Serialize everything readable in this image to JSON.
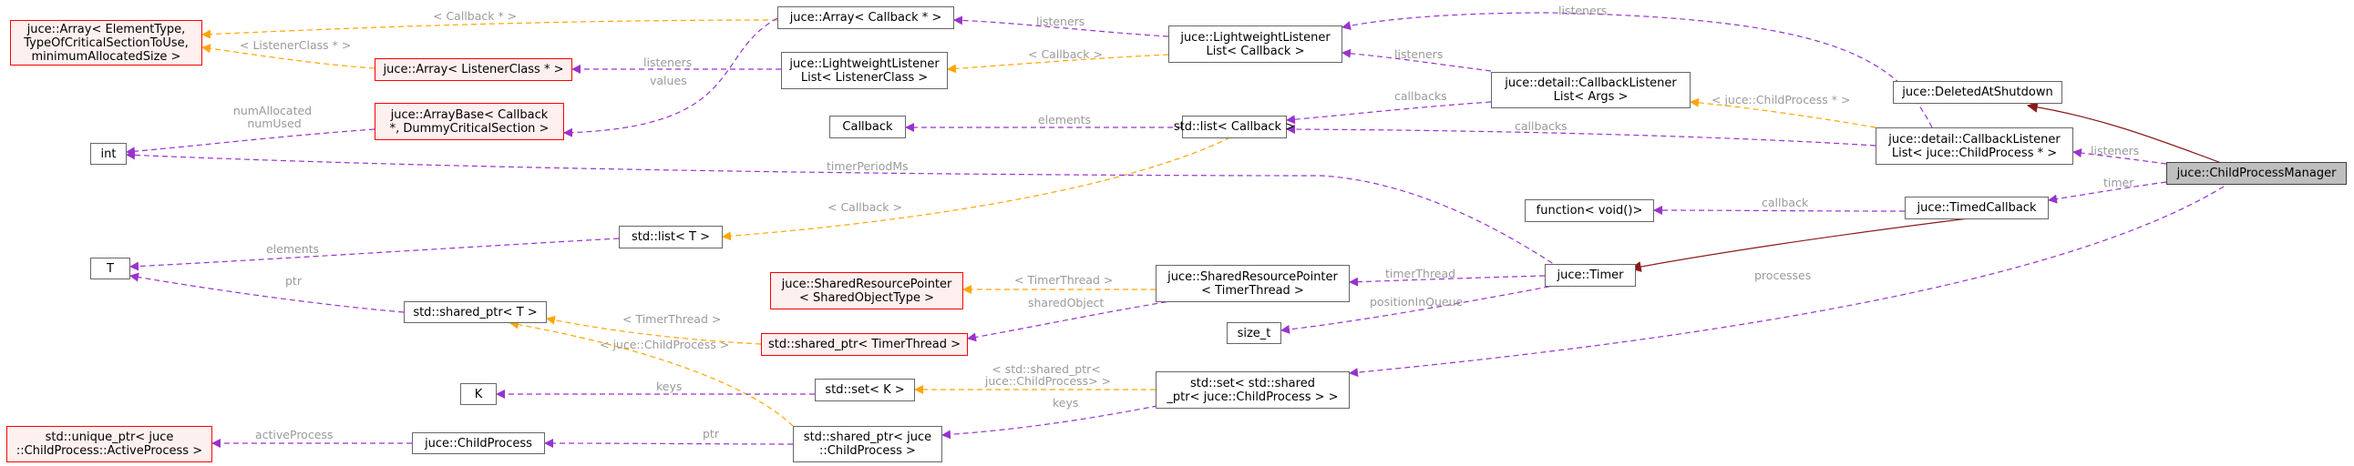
{
  "nodes": {
    "array_generic": "juce::Array< ElementType,\nTypeOfCriticalSectionToUse,\nminimumAllocatedSize >",
    "array_callback": "juce::Array< Callback * >",
    "array_listener": "juce::Array< ListenerClass * >",
    "arraybase": "juce::ArrayBase< Callback\n*, DummyCriticalSection >",
    "int": "int",
    "T": "T",
    "K": "K",
    "unique_ptr": "std::unique_ptr< juce\n::ChildProcess::ActiveProcess >",
    "childprocess": "juce::ChildProcess",
    "shared_ptr_T": "std::shared_ptr< T >",
    "list_T": "std::list< T >",
    "lwl_listener": "juce::LightweightListener\nList< ListenerClass >",
    "lwl_callback": "juce::LightweightListener\nList< Callback >",
    "callback": "Callback",
    "list_callback": "std::list< Callback >",
    "srp_generic": "juce::SharedResourcePointer\n< SharedObjectType >",
    "shared_ptr_timerthread": "std::shared_ptr< TimerThread >",
    "set_K": "std::set< K >",
    "shared_ptr_cp": "std::shared_ptr< juce\n::ChildProcess >",
    "srp_timerthread": "juce::SharedResourcePointer\n< TimerThread >",
    "set_shared": "std::set< std::shared\n_ptr< juce::ChildProcess > >",
    "size_t": "size_t",
    "timer": "juce::Timer",
    "cbl_args": "juce::detail::CallbackListener\nList< Args >",
    "function": "function< void()>",
    "cbl_cp": "juce::detail::CallbackListener\nList< juce::ChildProcess * >",
    "timedcallback": "juce::TimedCallback",
    "deleted": "juce::DeletedAtShutdown",
    "cpm": "juce::ChildProcessManager"
  },
  "edge_labels": {
    "callback_ptr": "< Callback * >",
    "listenerclass_ptr": "< ListenerClass * >",
    "listeners_1": "listeners",
    "listeners_2": "listeners",
    "listeners_3": "listeners",
    "listeners_4": "listeners",
    "listeners_5": "listeners",
    "callback_tmpl_1": "< Callback >",
    "callback_tmpl_2": "< Callback >",
    "values": "values",
    "num_allocated": "numAllocated\nnumUsed",
    "elements_1": "elements",
    "elements_2": "elements",
    "callbacks_1": "callbacks",
    "callbacks_2": "callbacks",
    "childprocess_ptr": "< juce::ChildProcess * >",
    "timer_period": "timerPeriodMs",
    "callback_lbl": "callback",
    "timer_lbl": "timer",
    "ptr_1": "ptr",
    "ptr_2": "ptr",
    "timerthread_1": "< TimerThread >",
    "timerthread_2": "< TimerThread >",
    "timer_thread": "timerThread",
    "shared_object": "sharedObject",
    "position_in_queue": "positionInQueue",
    "processes": "processes",
    "childprocess_tmpl": "< juce::ChildProcess >",
    "shared_ptr_cp_tmpl": "< std::shared_ptr<\njuce::ChildProcess> >",
    "keys_1": "keys",
    "keys_2": "keys",
    "active_process": "activeProcess"
  },
  "colors": {
    "usage_edge": "#9a32cd",
    "template_edge": "#ffa500",
    "inheritance_edge": "#8b1a1a",
    "label_text": "#9a9a9a",
    "node_border": "#666666",
    "undocumented_border": "#ff0000",
    "focus_fill": "#bfbfbf"
  }
}
